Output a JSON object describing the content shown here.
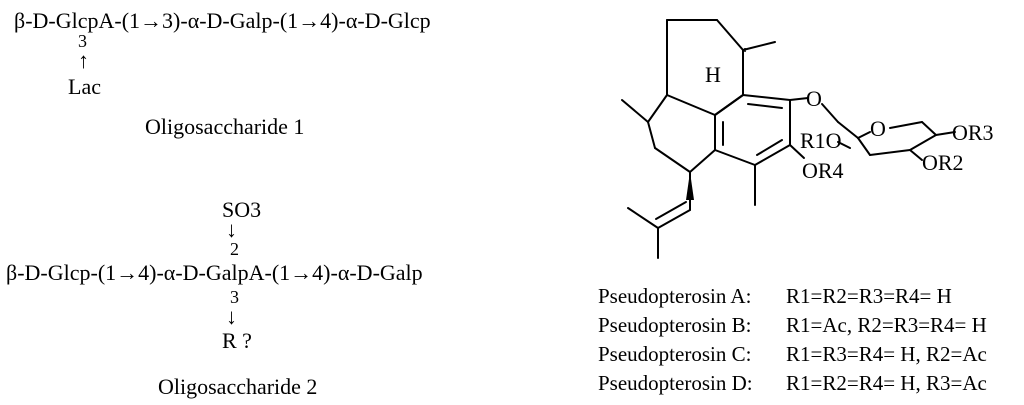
{
  "oligo1": {
    "chain": "β-D-GlcpA-(1→3)-α-D-Galp-(1→4)-α-D-Glcp",
    "branch_pos": "3",
    "branch_arrow": "↑",
    "branch_sub": "Lac",
    "label": "Oligosaccharide 1"
  },
  "oligo2": {
    "top_sub": "SO3",
    "top_arrow": "↓",
    "top_pos": "2",
    "chain": "β-D-Glcp-(1→4)-α-D-GalpA-(1→4)-α-D-Galp",
    "bottom_pos": "3",
    "bottom_arrow": "↓",
    "bottom_sub": "R ?",
    "label": "Oligosaccharide 2"
  },
  "structure": {
    "h_label": "H",
    "o_ring": "O",
    "o_link": "O",
    "r1o": "R1O",
    "or3": "OR3",
    "or2": "OR2",
    "or4": "OR4"
  },
  "pseudopterosins": [
    {
      "name": "Pseudopterosin A:",
      "subst": "R1=R2=R3=R4= H"
    },
    {
      "name": "Pseudopterosin B:",
      "subst": "R1=Ac, R2=R3=R4= H"
    },
    {
      "name": "Pseudopterosin C:",
      "subst": "R1=R3=R4= H, R2=Ac"
    },
    {
      "name": "Pseudopterosin D:",
      "subst": "R1=R2=R4= H, R3=Ac"
    }
  ]
}
